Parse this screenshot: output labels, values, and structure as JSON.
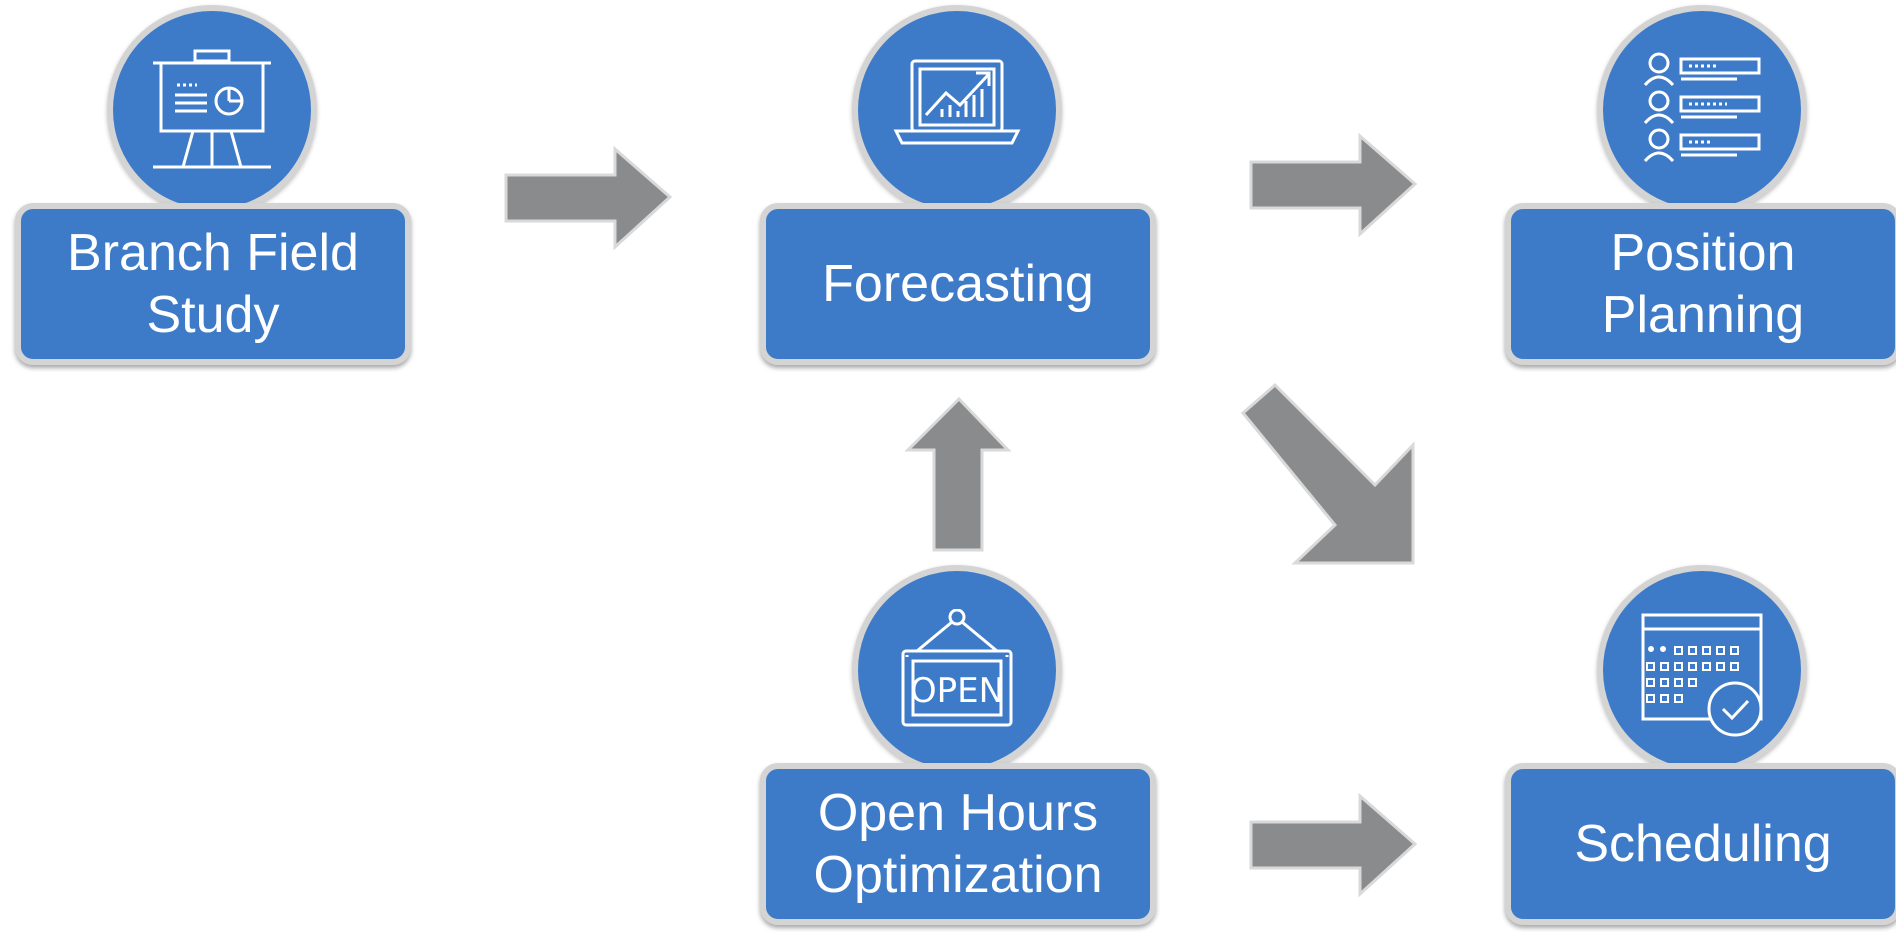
{
  "diagram": {
    "colors": {
      "node_fill": "#3d7bc8",
      "node_border": "#d4d4d4",
      "arrow_fill": "#898b8d",
      "text": "#ffffff"
    },
    "nodes": [
      {
        "id": "branch-field-study",
        "label": "Branch Field\nStudy",
        "icon": "presentation-board-icon"
      },
      {
        "id": "forecasting",
        "label": "Forecasting",
        "icon": "laptop-growth-chart-icon"
      },
      {
        "id": "position-planning",
        "label": "Position\nPlanning",
        "icon": "staff-list-icon"
      },
      {
        "id": "open-hours-optimization",
        "label": "Open Hours\nOptimization",
        "icon": "open-sign-icon",
        "icon_text": "OPEN"
      },
      {
        "id": "scheduling",
        "label": "Scheduling",
        "icon": "calendar-check-icon"
      }
    ],
    "edges": [
      {
        "from": "branch-field-study",
        "to": "forecasting"
      },
      {
        "from": "forecasting",
        "to": "position-planning"
      },
      {
        "from": "forecasting",
        "to": "scheduling"
      },
      {
        "from": "open-hours-optimization",
        "to": "forecasting"
      },
      {
        "from": "open-hours-optimization",
        "to": "scheduling"
      }
    ]
  }
}
